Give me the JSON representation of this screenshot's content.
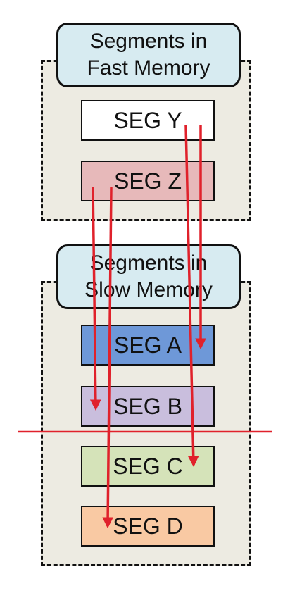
{
  "fast_memory": {
    "label": "Segments in\nFast Memory",
    "segments": [
      "SEG Y",
      "SEG Z"
    ]
  },
  "slow_memory": {
    "label": "Segments in\nSlow Memory",
    "segments": [
      "SEG A",
      "SEG B",
      "SEG C",
      "SEG D"
    ]
  },
  "colors": {
    "group_fill": "#edebe2",
    "label_fill": "#d7ebf1",
    "seg_y": "#ffffff",
    "seg_z": "#e7b9ba",
    "seg_a": "#6e98d8",
    "seg_b": "#c9bedd",
    "seg_c": "#d5e3b9",
    "seg_d": "#f9c9a3",
    "arrow": "#e0212b"
  },
  "arrows": [
    {
      "from": "SEG Y",
      "to": "SEG A"
    },
    {
      "from": "SEG Y",
      "to": "SEG C"
    },
    {
      "from": "SEG Z",
      "to": "SEG B"
    },
    {
      "from": "SEG Z",
      "to": "SEG D"
    }
  ]
}
